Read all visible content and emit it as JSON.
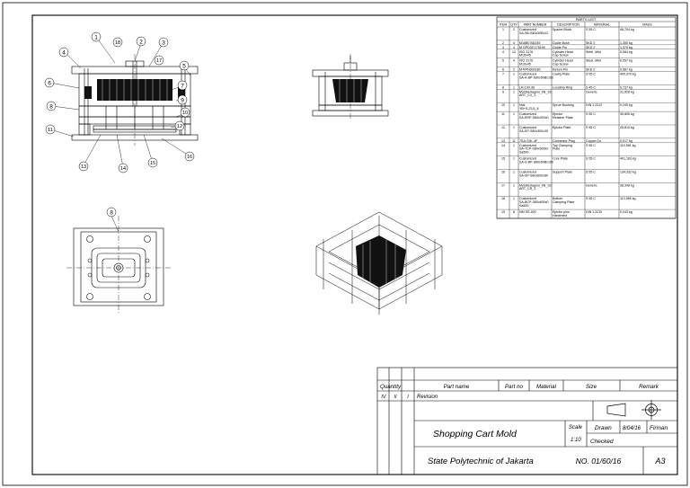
{
  "parts_list": {
    "title": "PARTS LIST",
    "headers": [
      "ITEM",
      "QTY",
      "PART NUMBER",
      "DESCRIPTION",
      "MATERIAL",
      "MASS"
    ],
    "rows": [
      [
        "1",
        "2",
        "Customized SA-SB-S80x30Bx12",
        "Spacer Block",
        "S 55 C",
        "46,704 kg"
      ],
      [
        "2",
        "4",
        "M16B0 BD245",
        "Guide Bush",
        "SKD 2",
        "1,350 kg"
      ],
      [
        "3",
        "4",
        "M GPD30 175190",
        "Guide Pin",
        "SKD 2",
        "1,379 kg"
      ],
      [
        "4",
        "12",
        "ISO 3176 M10x45",
        "Cylinder Head Cap Screw",
        "Steel, Mild",
        "0,084 kg"
      ],
      [
        "5",
        "4",
        "ISO 3176 M10x45",
        "Cylinder Head Cap Screw",
        "Steel, Mild",
        "0,057 kg"
      ],
      [
        "6",
        "2",
        "M RPN30b180",
        "Return Pin",
        "SKD 2",
        "0,587 kg"
      ],
      [
        "7",
        "1",
        "Customized SA-A-BP-S80x50Bx160",
        "Cavity Plate",
        "S 55 C",
        "400,370 kg"
      ],
      [
        "8",
        "1",
        "LR-100-36",
        "Locating Ring",
        "S 45 C",
        "0,737 kg"
      ],
      [
        "9",
        "1",
        "Moldbertagnol_FB_SC ART_CV_1",
        "",
        "Generic",
        "31,928 kg"
      ],
      [
        "10",
        "1",
        "Nok YB+S-23.5_8",
        "Sprue Bushing",
        "DIN 1.2312",
        "0,249 kg"
      ],
      [
        "11",
        "1",
        "Customized SA-ERP-S80x300x0",
        "Ejector Retainer Plate",
        "S 55 C",
        "35,805 kg"
      ],
      [
        "12",
        "1",
        "Customized SA-EP-S80x300x30",
        "Ejector Plate",
        "S 55 C",
        "45,810 kg"
      ],
      [
        "13",
        "11",
        "75-b-S/6-.4F",
        "Connector Plug",
        "Copper,Cu",
        "0,017 kg"
      ],
      [
        "14",
        "1",
        "Customized SA-TCP-S80x600x0 Sa500",
        "Top Clamping Plate",
        "S 55 C",
        "110,981 kg"
      ],
      [
        "15",
        "1",
        "Customized SA-S-BP-S80x50Bx160",
        "Core Plate",
        "S 55 C",
        "401,163 kg"
      ],
      [
        "16",
        "1",
        "Customized SA-SP-S80x600x80",
        "Support Plate",
        "S 55 C",
        "134,332 kg"
      ],
      [
        "17",
        "1",
        "Moldbertagnol_FB_SC ART_CR_1",
        "",
        "Generic",
        "38,348 kg"
      ],
      [
        "18",
        "1",
        "Customized SA-BCP-S80x600x0 Sa500",
        "Bottom Clamping Plate",
        "S 55 C",
        "110,985 kg"
      ],
      [
        "19",
        "8",
        "NM SS-400",
        "Ejector pins Hardened",
        "DIN 1.2210",
        "0,243 kg"
      ]
    ]
  },
  "balloons": [
    "1",
    "2",
    "3",
    "4",
    "5",
    "6",
    "7",
    "8",
    "9",
    "10",
    "11",
    "12",
    "13",
    "14",
    "15",
    "16",
    "17",
    "18"
  ],
  "top_view_balloon": "8",
  "title_block": {
    "header": {
      "quantity": "Quantity",
      "part_name": "Part name",
      "part_no": "Part no",
      "material": "Material",
      "size": "Size",
      "remark": "Remark"
    },
    "revision_row": {
      "c1": "IV",
      "c2": "II",
      "c3": "I",
      "label": "Revision"
    },
    "drawing_title": "Shopping Cart Mold",
    "scale_label": "Scale",
    "scale_value": "1:10",
    "drawn_label": "Drawn",
    "drawn_date": "8/04/16",
    "drawn_by": "Firman",
    "checked_label": "Checked",
    "institution": "State Polytechnic of Jakarta",
    "drawing_number": "NO. 01/60/16",
    "sheet_size": "A3"
  },
  "colors": {
    "line": "#000000",
    "paper": "#ffffff",
    "hatch": "#1a1a1a"
  }
}
